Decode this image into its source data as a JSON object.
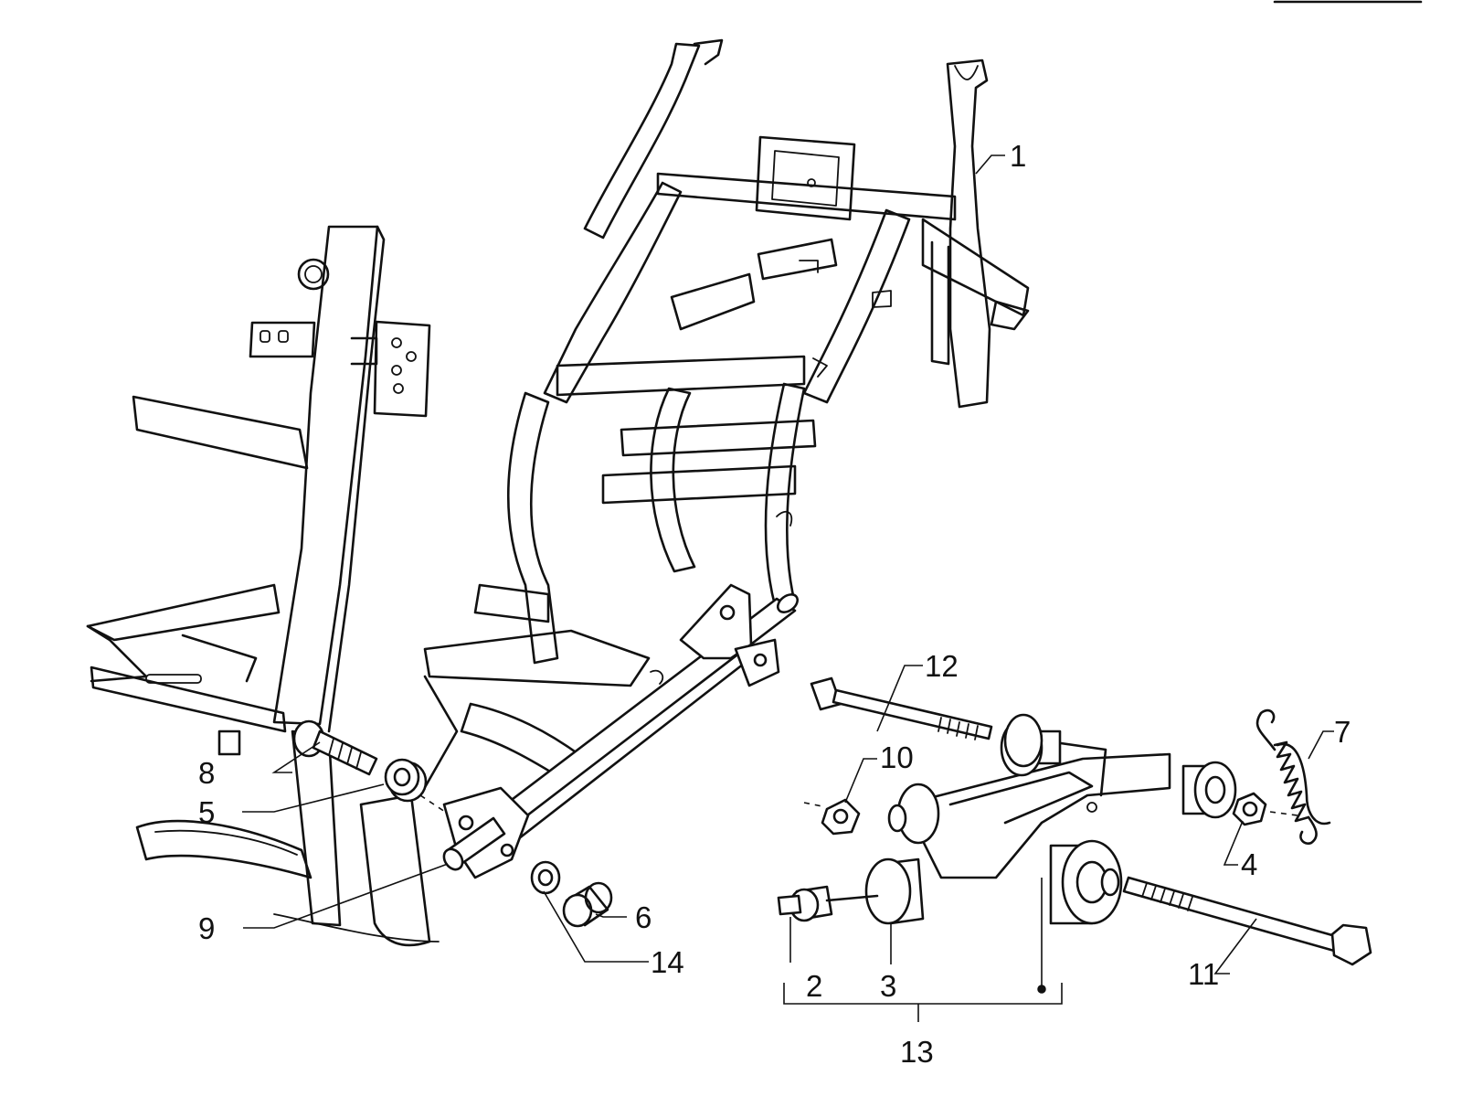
{
  "callouts": [
    {
      "id": "1",
      "label": "1"
    },
    {
      "id": "2",
      "label": "2"
    },
    {
      "id": "3",
      "label": "3"
    },
    {
      "id": "4",
      "label": "4"
    },
    {
      "id": "5",
      "label": "5"
    },
    {
      "id": "6",
      "label": "6"
    },
    {
      "id": "7",
      "label": "7"
    },
    {
      "id": "8",
      "label": "8"
    },
    {
      "id": "9",
      "label": "9"
    },
    {
      "id": "10",
      "label": "10"
    },
    {
      "id": "11",
      "label": "11"
    },
    {
      "id": "12",
      "label": "12"
    },
    {
      "id": "13",
      "label": "13"
    },
    {
      "id": "14",
      "label": "14"
    }
  ],
  "colors": {
    "ink": "#111111",
    "paper": "#ffffff"
  }
}
